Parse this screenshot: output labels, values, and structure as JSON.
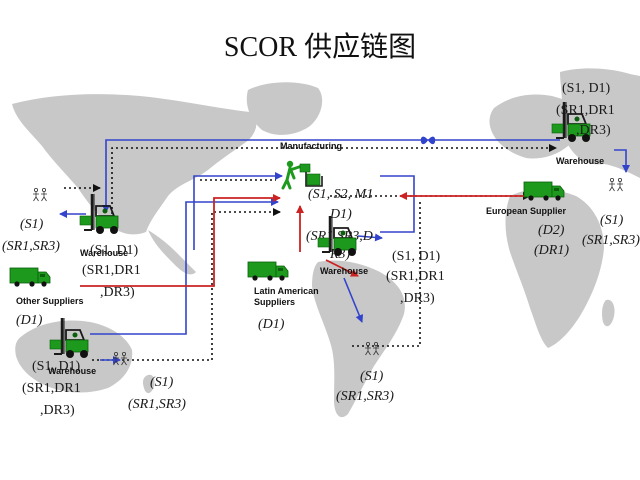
{
  "title": "SCOR 供应链图",
  "nodes": {
    "manufacturing": {
      "label": "Manufacturing",
      "codes": [
        "(S1, S2, M1",
        "D1)",
        "(SR1,SR3,D",
        "R3)"
      ]
    },
    "warehouse_na": {
      "label": "Warehouse",
      "codes": [
        "(S1, D1)",
        "(SR1,DR1",
        ",DR3)"
      ]
    },
    "warehouse_europe": {
      "label": "Warehouse",
      "codes": [
        "(S1, D1)",
        "(SR1,DR1",
        ",DR3)"
      ]
    },
    "warehouse_sa": {
      "label": "Warehouse",
      "codes": [
        "(S1, D1)",
        "(SR1,DR1",
        ",DR3)"
      ]
    },
    "warehouse_aus": {
      "label": "Warehouse",
      "codes": [
        "(S1, D1)",
        "(SR1,DR1",
        ",DR3)"
      ]
    },
    "european_supplier": {
      "label": "European Supplier",
      "codes": [
        "(D2)",
        "(DR1)"
      ]
    },
    "latin_american_suppliers": {
      "label_line1": "Latin American",
      "label_line2": "Suppliers",
      "codes": [
        "(D1)"
      ]
    },
    "other_suppliers": {
      "label": "Other Suppliers",
      "codes": [
        "(D1)"
      ]
    }
  },
  "customers": {
    "na": [
      "(S1)",
      "(SR1,SR3)"
    ],
    "europe": [
      "(S1)",
      "(SR1,SR3)"
    ],
    "sa": [
      "(S1)",
      "(SR1,SR3)"
    ],
    "aus": [
      "(S1)",
      "(SR1,SR3)"
    ]
  },
  "colors": {
    "map": "#c8c8c8",
    "truck": "#1d9a1d",
    "truck_dark": "#0b5e0b",
    "material_flow": "#3344cc",
    "return_flow": "#cc2222",
    "info_flow": "#111111"
  }
}
